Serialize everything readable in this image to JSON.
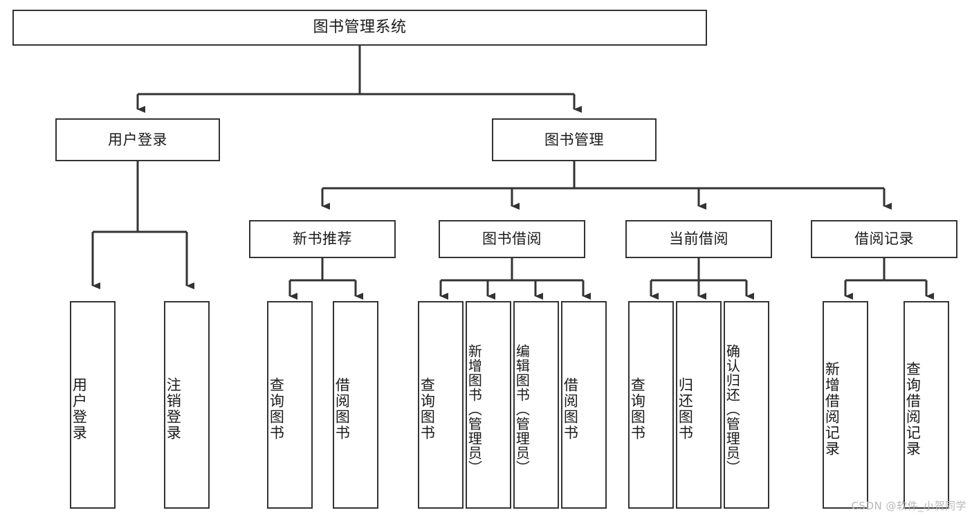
{
  "diagram": {
    "title": "图书管理系统",
    "type": "tree",
    "orientation": "top-down",
    "node_fill": "#ffffff",
    "node_stroke": "#333333",
    "edge_color": "#333333",
    "text_color": "#1a1a1a",
    "background": "#ffffff"
  },
  "nodes": {
    "root": {
      "label": "图书管理系统"
    },
    "level1": [
      {
        "label": "用户登录"
      },
      {
        "label": "图书管理"
      }
    ],
    "level2": [
      {
        "label": "新书推荐"
      },
      {
        "label": "图书借阅"
      },
      {
        "label": "当前借阅"
      },
      {
        "label": "借阅记录"
      }
    ],
    "leaves_user_login": [
      {
        "label": "用户登录"
      },
      {
        "label": "注销登录"
      }
    ],
    "leaves_new_books": [
      {
        "label": "查询图书"
      },
      {
        "label": "借阅图书"
      }
    ],
    "leaves_borrow": [
      {
        "label": "查询图书"
      },
      {
        "label": "新增图书（管理员）"
      },
      {
        "label": "编辑图书（管理员）"
      },
      {
        "label": "借阅图书"
      }
    ],
    "leaves_current": [
      {
        "label": "查询图书"
      },
      {
        "label": "归还图书"
      },
      {
        "label": "确认归还（管理员）"
      }
    ],
    "leaves_records": [
      {
        "label": "新增借阅记录"
      },
      {
        "label": "查询借阅记录"
      }
    ]
  },
  "watermark": {
    "text": "CSDN @软件_小贺同学"
  }
}
